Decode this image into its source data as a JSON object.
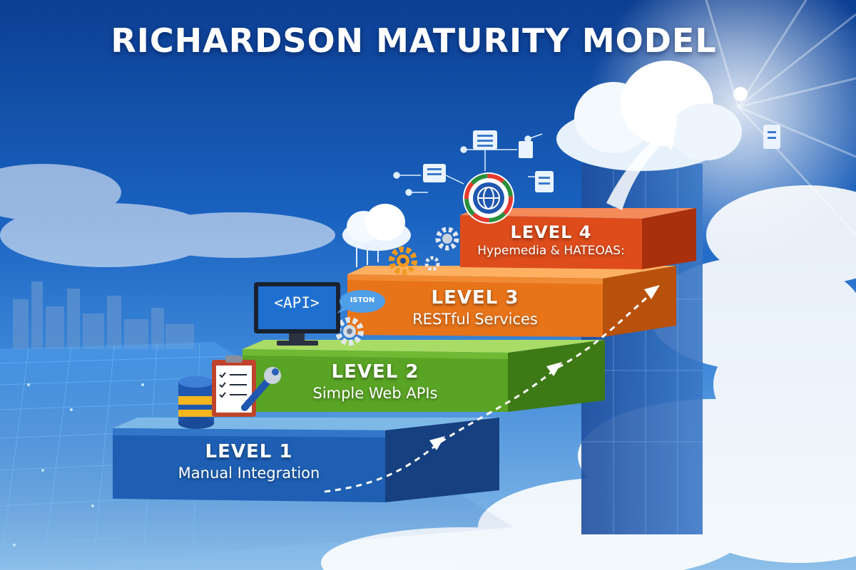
{
  "title": "RICHARDSON MATURITY MODEL",
  "levels": [
    {
      "number": "LEVEL 1",
      "name": "Manual Integration",
      "color": "#1e5fb4"
    },
    {
      "number": "LEVEL 2",
      "name": "Simple Web APIs",
      "color": "#5aa425"
    },
    {
      "number": "LEVEL 3",
      "name": "RESTful Services",
      "color": "#e8741a"
    },
    {
      "number": "LEVEL 4",
      "name": "Hypemedia & HATEOAS:",
      "color": "#de4c1c"
    }
  ],
  "decorations": {
    "monitor_text": "<API>",
    "bubble_text": "ISTON"
  },
  "icons": [
    "database-icon",
    "clipboard-checklist-icon",
    "wrench-icon",
    "monitor-icon",
    "gear-icon",
    "cloud-icon",
    "globe-icon",
    "document-icon",
    "network-node-icon",
    "up-arrow-icon",
    "city-skyline",
    "digital-grid-floor"
  ]
}
